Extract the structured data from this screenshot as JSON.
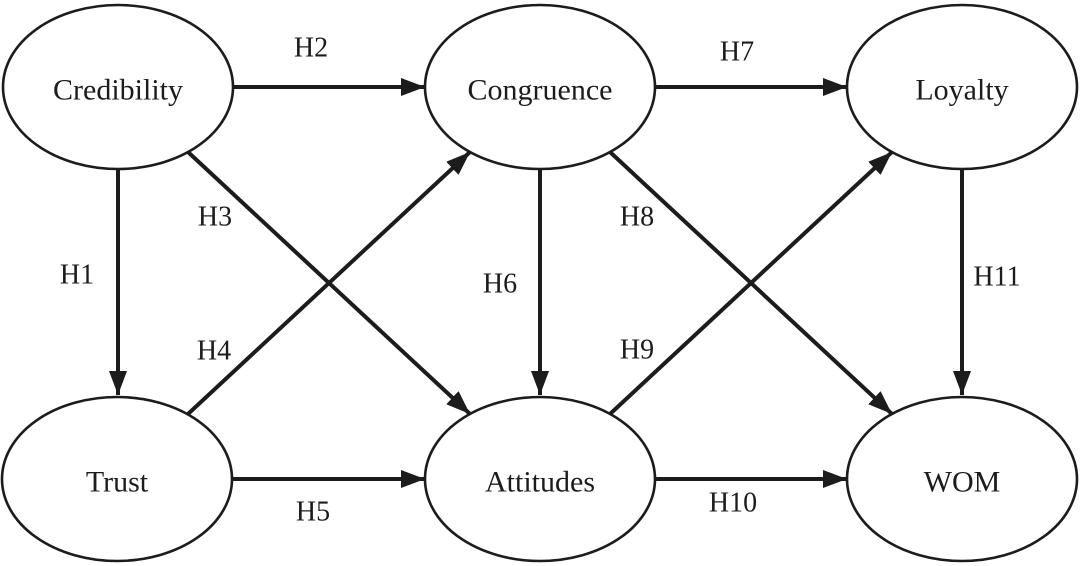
{
  "colors": {
    "background": "#ffffff",
    "line": "#1c1c1c",
    "text": "#1c1c1c"
  },
  "diagram": {
    "type": "structural-path-model",
    "nodes": {
      "credibility": {
        "label": "Credibility"
      },
      "congruence": {
        "label": "Congruence"
      },
      "loyalty": {
        "label": "Loyalty"
      },
      "trust": {
        "label": "Trust"
      },
      "attitudes": {
        "label": "Attitudes"
      },
      "wom": {
        "label": "WOM"
      }
    },
    "edges": {
      "h1": {
        "label": "H1",
        "from": "credibility",
        "to": "trust"
      },
      "h2": {
        "label": "H2",
        "from": "credibility",
        "to": "congruence"
      },
      "h3": {
        "label": "H3",
        "from": "credibility",
        "to": "attitudes"
      },
      "h4": {
        "label": "H4",
        "from": "trust",
        "to": "congruence"
      },
      "h5": {
        "label": "H5",
        "from": "trust",
        "to": "attitudes"
      },
      "h6": {
        "label": "H6",
        "from": "congruence",
        "to": "attitudes"
      },
      "h7": {
        "label": "H7",
        "from": "congruence",
        "to": "loyalty"
      },
      "h8": {
        "label": "H8",
        "from": "congruence",
        "to": "wom"
      },
      "h9": {
        "label": "H9",
        "from": "attitudes",
        "to": "loyalty"
      },
      "h10": {
        "label": "H10",
        "from": "attitudes",
        "to": "wom"
      },
      "h11": {
        "label": "H11",
        "from": "loyalty",
        "to": "wom"
      }
    }
  }
}
